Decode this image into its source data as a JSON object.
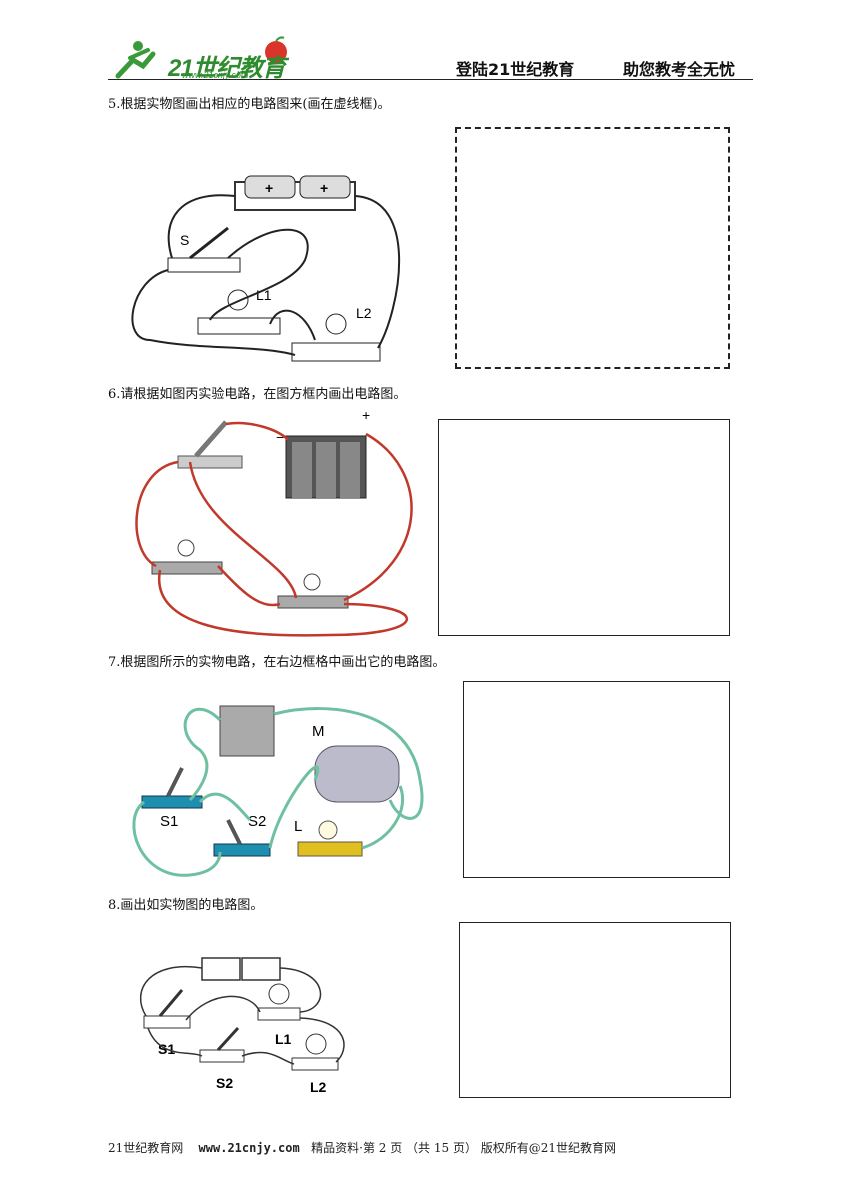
{
  "header": {
    "logo_text": "21世纪教育",
    "logo_url": "www.21cnjy.com",
    "slogan_left": "登陆21世纪教育",
    "slogan_right": "助您教考全无忧"
  },
  "questions": [
    {
      "number": "5.",
      "text": "根据实物图画出相应的电路图来(画在虚线框)。",
      "labels": [
        "S",
        "L1",
        "L2"
      ]
    },
    {
      "number": "6.",
      "text": "请根据如图丙实验电路，在图方框内画出电路图。",
      "labels": [
        "−",
        "+"
      ]
    },
    {
      "number": "7.",
      "text": "根据图所示的实物电路，在右边框格中画出它的电路图。",
      "labels": [
        "M",
        "S1",
        "S2",
        "L"
      ]
    },
    {
      "number": "8.",
      "text": "画出如实物图的电路图。",
      "labels": [
        "S1",
        "L1",
        "S2",
        "L2"
      ]
    }
  ],
  "footer": {
    "site": "21世纪教育网",
    "url": "www.21cnjy.com",
    "info": "精品资料·第 2 页 （共 15 页） 版权所有@21世纪教育网"
  }
}
